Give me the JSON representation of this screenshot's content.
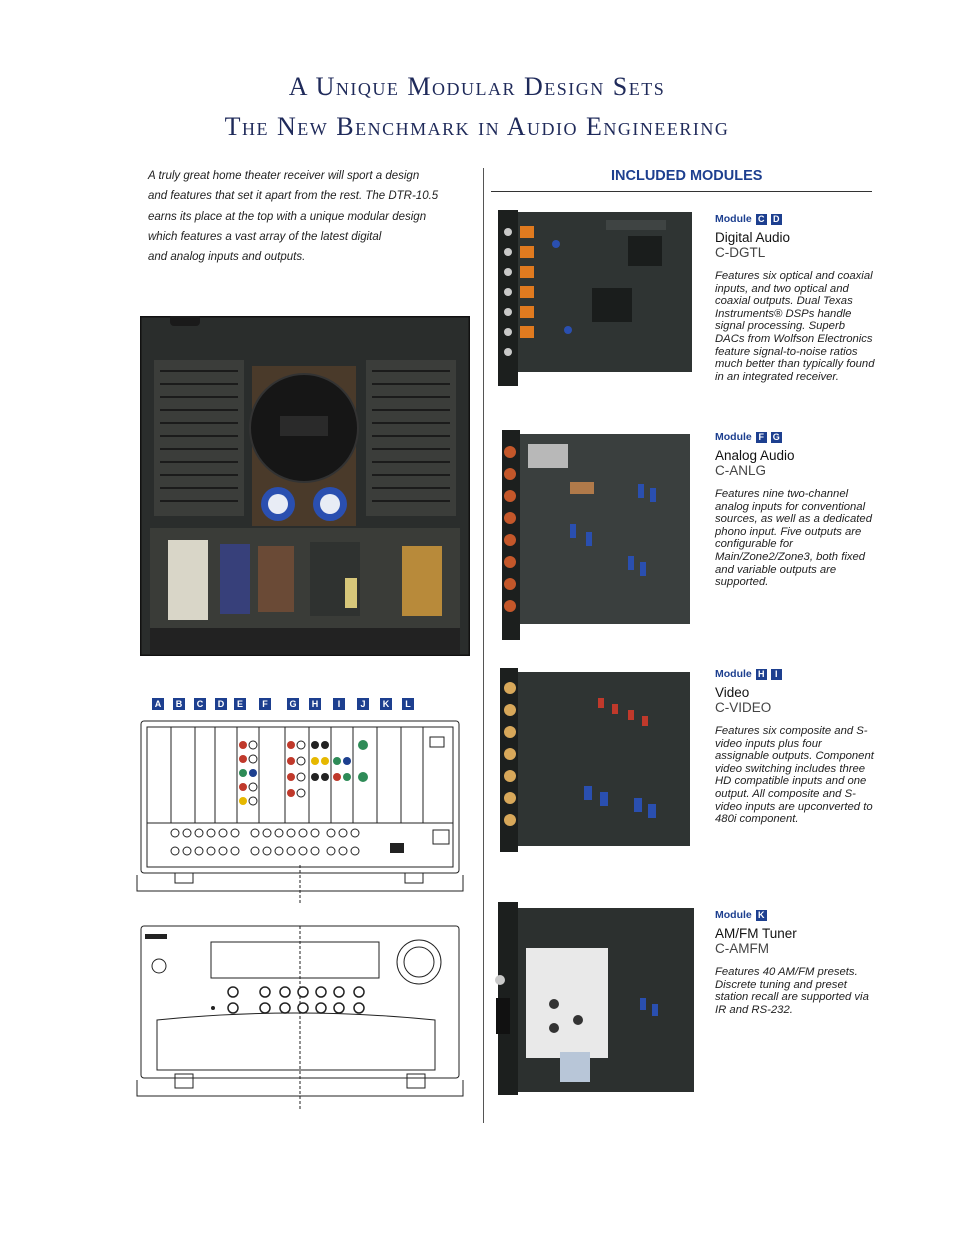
{
  "title": {
    "line1": "A Unique Modular Design Sets",
    "line2": "The New Benchmark in Audio Engineering"
  },
  "intro": {
    "lines": [
      "A truly great home theater receiver will sport a design",
      "and features that set it apart from the rest. The DTR-10.5",
      "earns its place at the top with a unique modular design",
      "which features a vast array of the latest digital",
      "and analog inputs and outputs."
    ]
  },
  "included_heading": "INCLUDED MODULES",
  "module_word": "Module",
  "modules": [
    {
      "badges": [
        "C",
        "D"
      ],
      "name": "Digital Audio",
      "code": "C-DGTL",
      "description": "Features six optical and coaxial inputs, and two optical and coaxial outputs. Dual Texas Instruments® DSPs handle signal processing. Superb DACs from Wolfson Electronics feature signal-to-noise ratios much better than typically found in an integrated receiver."
    },
    {
      "badges": [
        "F",
        "G"
      ],
      "name": "Analog Audio",
      "code": "C-ANLG",
      "description": "Features nine two-channel analog inputs for conventional sources, as well as a dedicated phono input. Five outputs are configurable for Main/Zone2/Zone3, both fixed and variable outputs are supported."
    },
    {
      "badges": [
        "H",
        "I"
      ],
      "name": "Video",
      "code": "C-VIDEO",
      "description": "Features six composite and S-video inputs plus four assignable outputs. Component video switching includes three HD compatible inputs and one output. All composite and S-video inputs are upconverted to 480i component."
    },
    {
      "badges": [
        "K"
      ],
      "name": "AM/FM Tuner",
      "code": "C-AMFM",
      "description": "Features 40 AM/FM presets. Discrete tuning and preset station recall are supported via IR and RS-232."
    }
  ],
  "slot_letters": [
    "A",
    "B",
    "C",
    "D",
    "E",
    "F",
    "G",
    "H",
    "I",
    "J",
    "K",
    "L"
  ],
  "colors": {
    "accent": "#1d3f8f",
    "title": "#1f2a5a"
  }
}
